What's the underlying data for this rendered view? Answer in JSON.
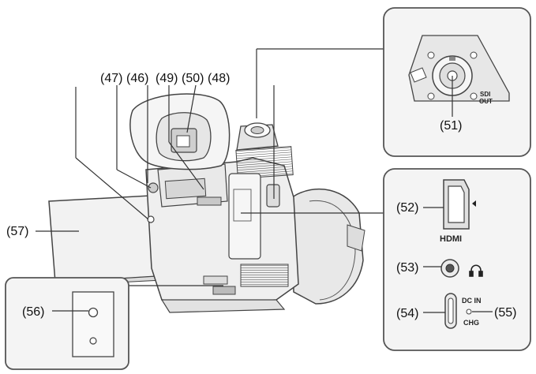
{
  "callouts": {
    "c46": "(46)",
    "c47": "(47)",
    "c48": "(48)",
    "c49": "(49)",
    "c50": "(50)",
    "c51": "(51)",
    "c52": "(52)",
    "c53": "(53)",
    "c54": "(54)",
    "c55": "(55)",
    "c56": "(56)",
    "c57": "(57)"
  },
  "markings": {
    "sdi_line1": "SDI",
    "sdi_line2": "OUT",
    "hdmi_logo": "HDMI",
    "dc_in": "DC IN",
    "chg": "CHG"
  },
  "icons": [
    "headphones-icon",
    "hdmi-port-icon",
    "usb-c-port-icon",
    "sdi-connector-icon"
  ],
  "colors": {
    "panel_fill": "#f4f4f4",
    "panel_stroke": "#555555",
    "body_fill": "#efefef",
    "line": "#333333"
  }
}
